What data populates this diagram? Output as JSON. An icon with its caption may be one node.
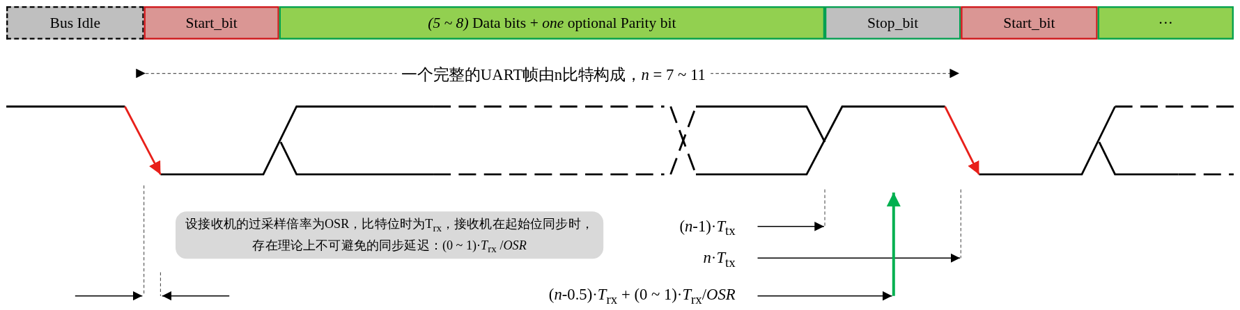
{
  "diagram": {
    "nodes": [
      {
        "text": [
          "Bus Idle"
        ]
      },
      {
        "text": [
          "Start_bit"
        ]
      },
      {
        "text": [
          "*(5 ~ 8)* Data bits + *one* optional Parity bit"
        ]
      },
      {
        "text": [
          "Stop_bit"
        ]
      },
      {
        "text": [
          "Start_bit"
        ]
      },
      {
        "text": [
          "···"
        ]
      },
      {
        "text": [
          "设接收机的过采样倍率为OSR，比特位时为T$_{rx}$，接收机在起始位同步时，存在理论上不可避免的同步延迟：(0 ~ 1)·*T*$_{rx}$ /*OSR*"
        ]
      }
    ],
    "edges": [],
    "labels": [
      "一个完整的UART帧由n比特构成，*n* = 7 ~ 11",
      "(*n*-1)·*T*$_{tx}$",
      "*n*·*T*$_{tx}$",
      "(*n*-0.5)·*T*$_{rx}$ + (0 ~ 1)·*T*$_{rx}$/*OSR*"
    ]
  }
}
